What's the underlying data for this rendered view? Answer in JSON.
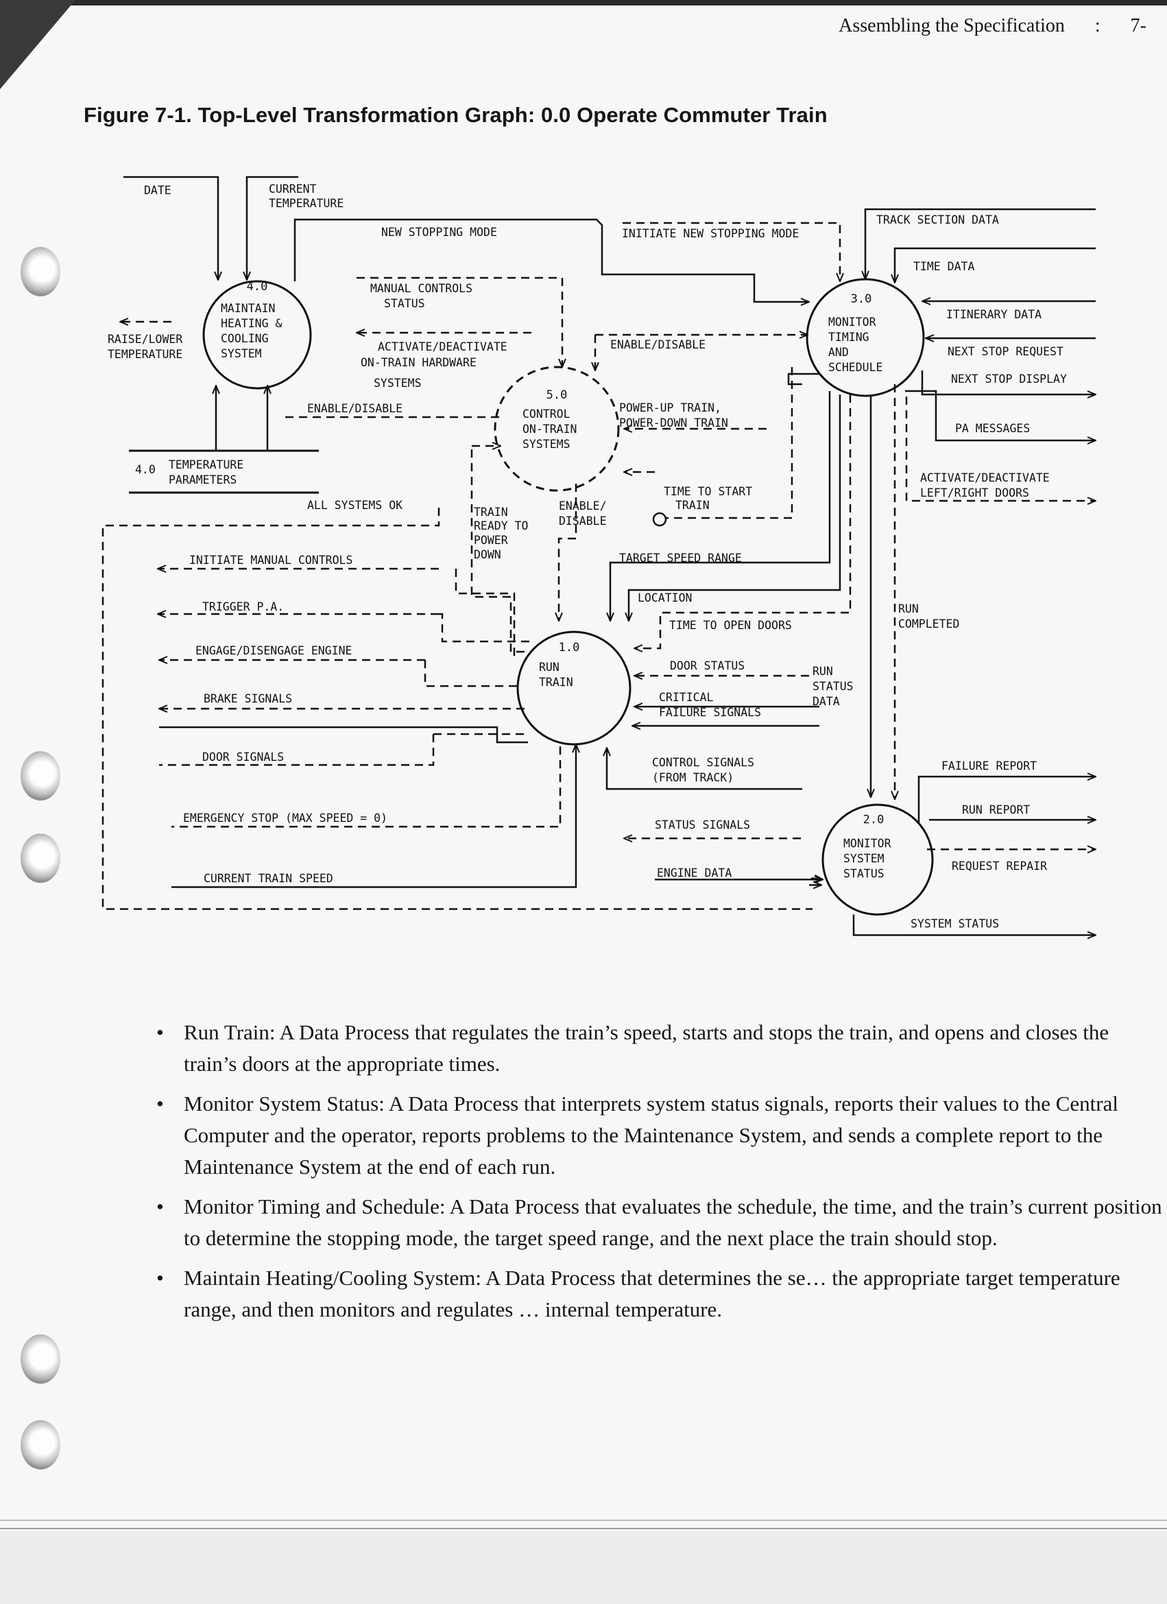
{
  "header": {
    "section": "Assembling the Specification",
    "separator": ":",
    "page": "7-"
  },
  "figure": {
    "title": "Figure 7-1. Top-Level Transformation Graph: 0.0 Operate Commuter Train",
    "processes": [
      {
        "id": "4.0",
        "name": [
          "MAINTAIN",
          "HEATING &",
          "COOLING",
          "SYSTEM"
        ]
      },
      {
        "id": "3.0",
        "name": [
          "MONITOR",
          "TIMING",
          "AND",
          "SCHEDULE"
        ]
      },
      {
        "id": "5.0",
        "name": [
          "CONTROL",
          "ON-TRAIN",
          "SYSTEMS"
        ]
      },
      {
        "id": "1.0",
        "name": [
          "RUN",
          "TRAIN"
        ]
      },
      {
        "id": "2.0",
        "name": [
          "MONITOR",
          "SYSTEM",
          "STATUS"
        ]
      }
    ],
    "stores": [
      {
        "id": "4.0",
        "name": [
          "TEMPERATURE",
          "PARAMETERS"
        ]
      }
    ],
    "flows": {
      "date": "DATE",
      "current_temperature": [
        "CURRENT",
        "TEMPERATURE"
      ],
      "new_stopping_mode": "NEW STOPPING MODE",
      "initiate_new_stopping_mode": "INITIATE NEW STOPPING MODE",
      "track_section_data": "TRACK SECTION DATA",
      "time_data": "TIME DATA",
      "itinerary_data": "ITINERARY DATA",
      "next_stop_request": "NEXT STOP REQUEST",
      "next_stop_display": "NEXT STOP DISPLAY",
      "pa_messages": "PA MESSAGES",
      "activate_left_right_doors": [
        "ACTIVATE/DEACTIVATE",
        "LEFT/RIGHT DOORS"
      ],
      "manual_controls_status": [
        "MANUAL CONTROLS",
        "STATUS"
      ],
      "raise_lower_temperature": [
        "RAISE/LOWER",
        "TEMPERATURE"
      ],
      "activate_on_train_hardware": [
        "ACTIVATE/DEACTIVATE",
        "ON-TRAIN HARDWARE",
        "SYSTEMS"
      ],
      "enable_disable_3": "ENABLE/DISABLE",
      "enable_disable_4": "ENABLE/DISABLE",
      "power_up_down": [
        "POWER-UP TRAIN,",
        "POWER-DOWN TRAIN"
      ],
      "time_to_start_train": [
        "TIME TO START",
        "TRAIN"
      ],
      "all_systems_ok": "ALL SYSTEMS OK",
      "train_ready_power_down": [
        "TRAIN",
        "READY TO",
        "POWER",
        "DOWN"
      ],
      "enable_disable_1": [
        "ENABLE/",
        "DISABLE"
      ],
      "target_speed_range": "TARGET SPEED RANGE",
      "location": "LOCATION",
      "time_to_open_doors": "TIME TO OPEN DOORS",
      "run_completed": [
        "RUN",
        "COMPLETED"
      ],
      "initiate_manual_controls": "INITIATE MANUAL CONTROLS",
      "trigger_pa": "TRIGGER P.A.",
      "engage_disengage_engine": "ENGAGE/DISENGAGE ENGINE",
      "brake_signals": "BRAKE SIGNALS",
      "door_signals": "DOOR SIGNALS",
      "door_status": "DOOR STATUS",
      "run_status_data": [
        "RUN",
        "STATUS",
        "DATA"
      ],
      "critical_failure_signals": [
        "CRITICAL",
        "FAILURE SIGNALS"
      ],
      "control_signals": [
        "CONTROL SIGNALS",
        "(FROM TRACK)"
      ],
      "emergency_stop": "EMERGENCY STOP (MAX SPEED = 0)",
      "current_train_speed": "CURRENT TRAIN SPEED",
      "failure_report": "FAILURE REPORT",
      "run_report": "RUN REPORT",
      "status_signals": "STATUS SIGNALS",
      "request_repair": "REQUEST REPAIR",
      "engine_data": "ENGINE DATA",
      "system_status": "SYSTEM STATUS"
    }
  },
  "bullets": [
    "Run Train: A Data Process that regulates the train’s speed, starts and stops the train, and opens and closes the train’s doors at the appropriate times.",
    "Monitor System Status: A Data Process that interprets system status signals, reports their values to the Central Computer and the operator, reports problems to the Maintenance System, and sends a complete report to the Maintenance System at the end of each run.",
    "Monitor Timing and Schedule: A Data Process that evaluates the schedule, the time, and the train’s current position to determine the stopping mode, the target speed range, and the next place the train should stop.",
    "Maintain Heating/Cooling System: A Data Process that determines the se… the appropriate target temperature range, and then monitors and regulates … internal temperature."
  ]
}
